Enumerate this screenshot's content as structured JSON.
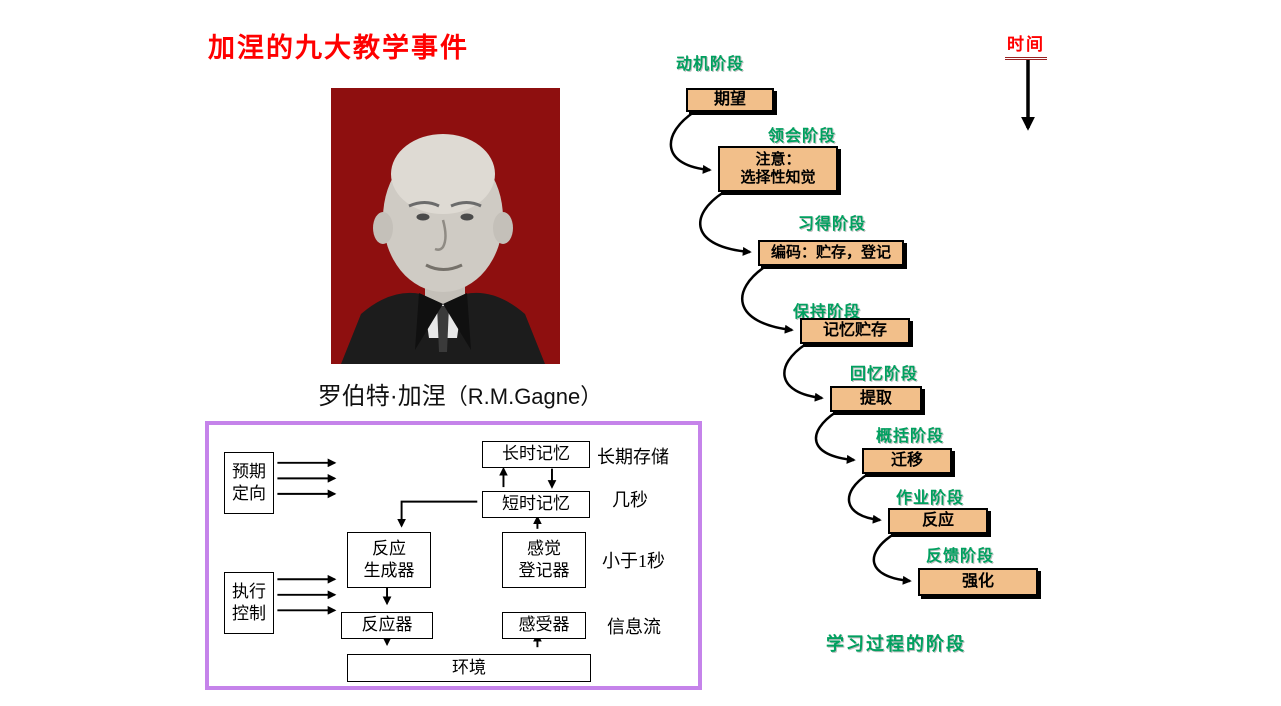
{
  "slide": {
    "title": "加涅的九大教学事件",
    "caption_cn": "罗伯特·加涅",
    "caption_en": "（R.M.Gagne）"
  },
  "time": {
    "label": "时间"
  },
  "stages": [
    {
      "label": "动机阶段",
      "box": "期望"
    },
    {
      "label": "领会阶段",
      "box": "注意：\n选择性知觉"
    },
    {
      "label": "习得阶段",
      "box": "编码：贮存，登记"
    },
    {
      "label": "保持阶段",
      "box": "记忆贮存"
    },
    {
      "label": "回忆阶段",
      "box": "提取"
    },
    {
      "label": "概括阶段",
      "box": "迁移"
    },
    {
      "label": "作业阶段",
      "box": "反应"
    },
    {
      "label": "反馈阶段",
      "box": "强化"
    }
  ],
  "stages_footer": "学习过程的阶段",
  "model": {
    "anticipation": "预期\n定向",
    "executive_control": "执行\n控制",
    "long_term_memory": "长时记忆",
    "short_term_memory": "短时记忆",
    "response_generator": "反应\n生成器",
    "sensory_register": "感觉\n登记器",
    "effector": "反应器",
    "receptor": "感受器",
    "environment": "环境",
    "notes": {
      "long_term_storage": "长期存储",
      "few_seconds": "几秒",
      "under_one_second": "小于1秒",
      "information_flow": "信息流"
    }
  },
  "colors": {
    "title_red": "#ff0000",
    "stage_green": "#00a05f",
    "stage_box_orange": "#f2bf8a",
    "purple_border": "#c583ea",
    "portrait_background": "#8e0f0f"
  }
}
